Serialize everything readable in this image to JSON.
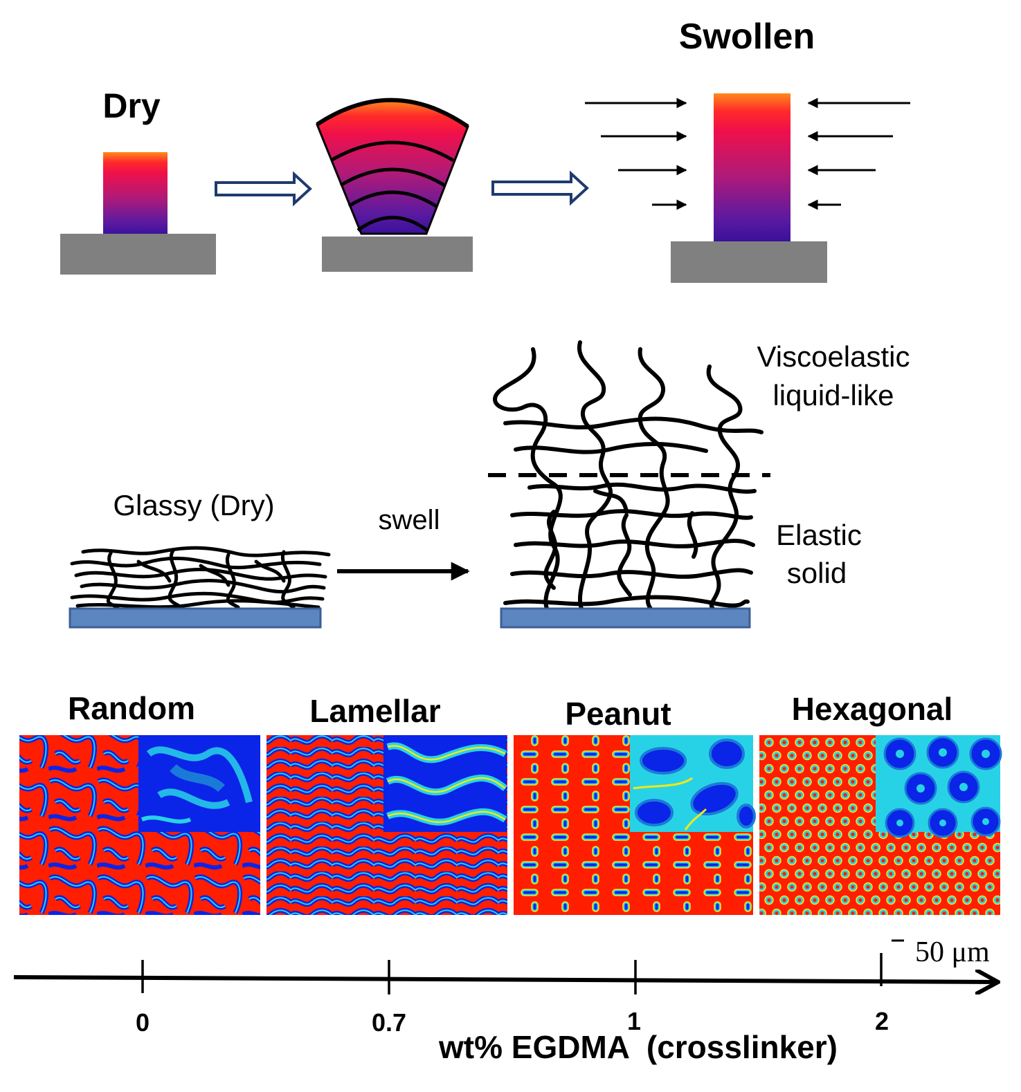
{
  "top_panel": {
    "dry_title": "Dry",
    "swollen_title": "Swollen"
  },
  "middle_panel": {
    "glassy_label": "Glassy (Dry)",
    "swell_label": "swell",
    "viscoelastic_line1": "Viscoelastic",
    "viscoelastic_line2": "liquid-like",
    "elastic_line1": "Elastic",
    "elastic_line2": "solid"
  },
  "patterns": [
    {
      "title": "Random"
    },
    {
      "title": "Lamellar"
    },
    {
      "title": "Peanut"
    },
    {
      "title": "Hexagonal"
    }
  ],
  "scale_bar": "50 μm",
  "axis": {
    "ticks": [
      "0",
      "0.7",
      "1",
      "2"
    ],
    "title": "wt% EGDMA  (crosslinker)"
  },
  "colors": {
    "substrate_gray": "#808080",
    "substrate_blue": "#5b86c0",
    "arrow_navy": "#1f3a70",
    "pattern_red": "#ff1e00",
    "pattern_blue": "#0a24e8",
    "pattern_cyan": "#28d2e6",
    "pattern_yellow": "#f0e818"
  }
}
